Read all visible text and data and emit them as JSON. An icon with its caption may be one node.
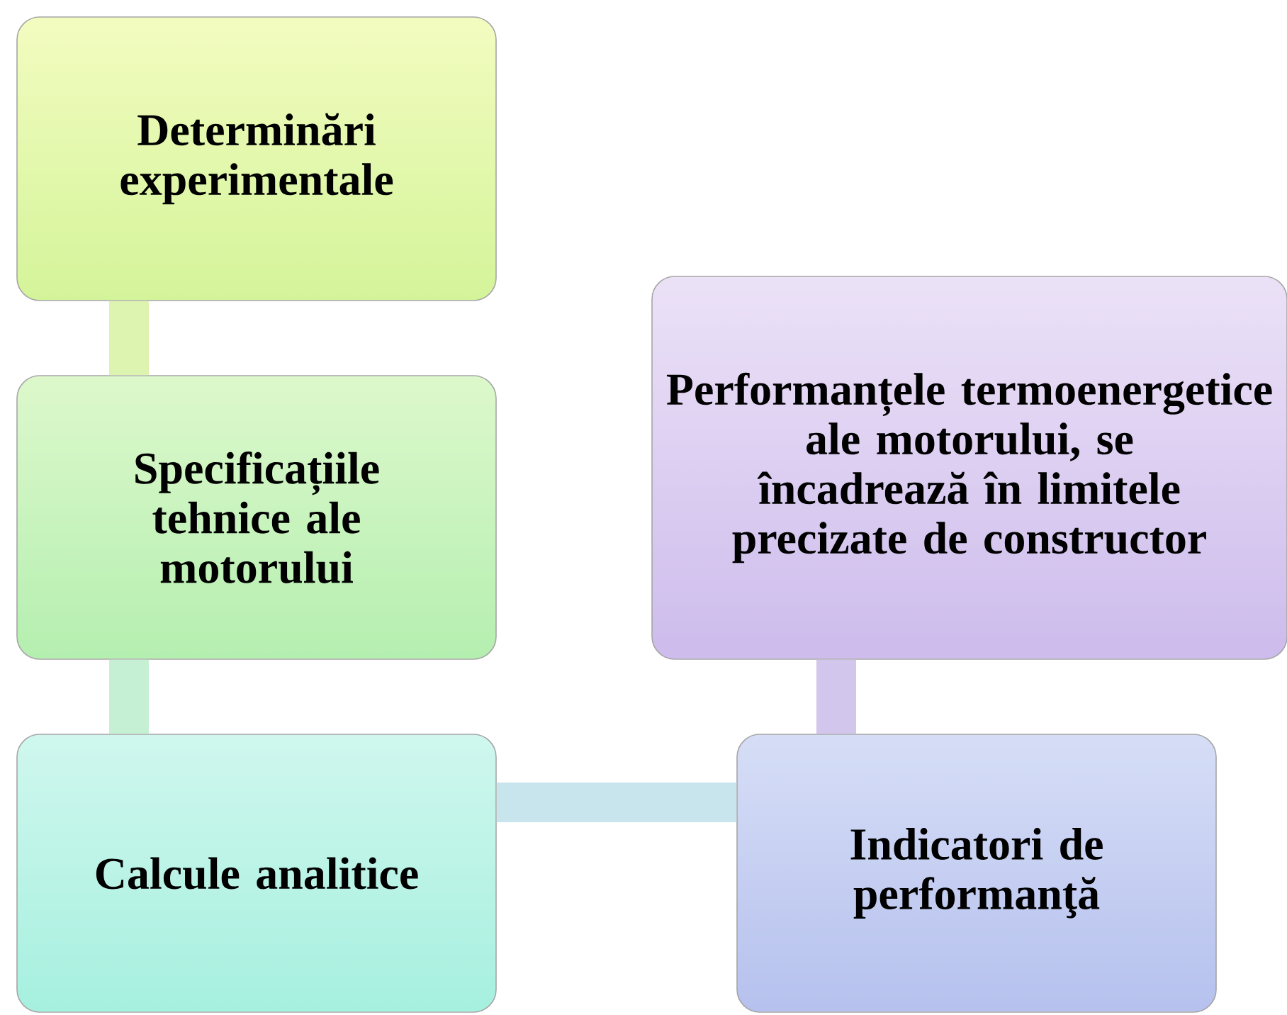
{
  "diagram": {
    "nodes": [
      {
        "text": [
          "Determinări experimentale"
        ]
      },
      {
        "text": [
          "Specificațiile tehnice ale motorului"
        ]
      },
      {
        "text": [
          "Calcule analitice"
        ]
      },
      {
        "text": [
          "Indicatori de performanţă"
        ]
      },
      {
        "text": [
          "Performanțele termoenergetice ale motorului, se încadrează în limitele precizate de constructor"
        ]
      }
    ],
    "edges": [
      {
        "from": 0,
        "to": 1,
        "arrow": "none"
      },
      {
        "from": 1,
        "to": 2,
        "arrow": "none"
      },
      {
        "from": 2,
        "to": 3,
        "arrow": "none"
      },
      {
        "from": 3,
        "to": 4,
        "arrow": "none"
      }
    ]
  }
}
